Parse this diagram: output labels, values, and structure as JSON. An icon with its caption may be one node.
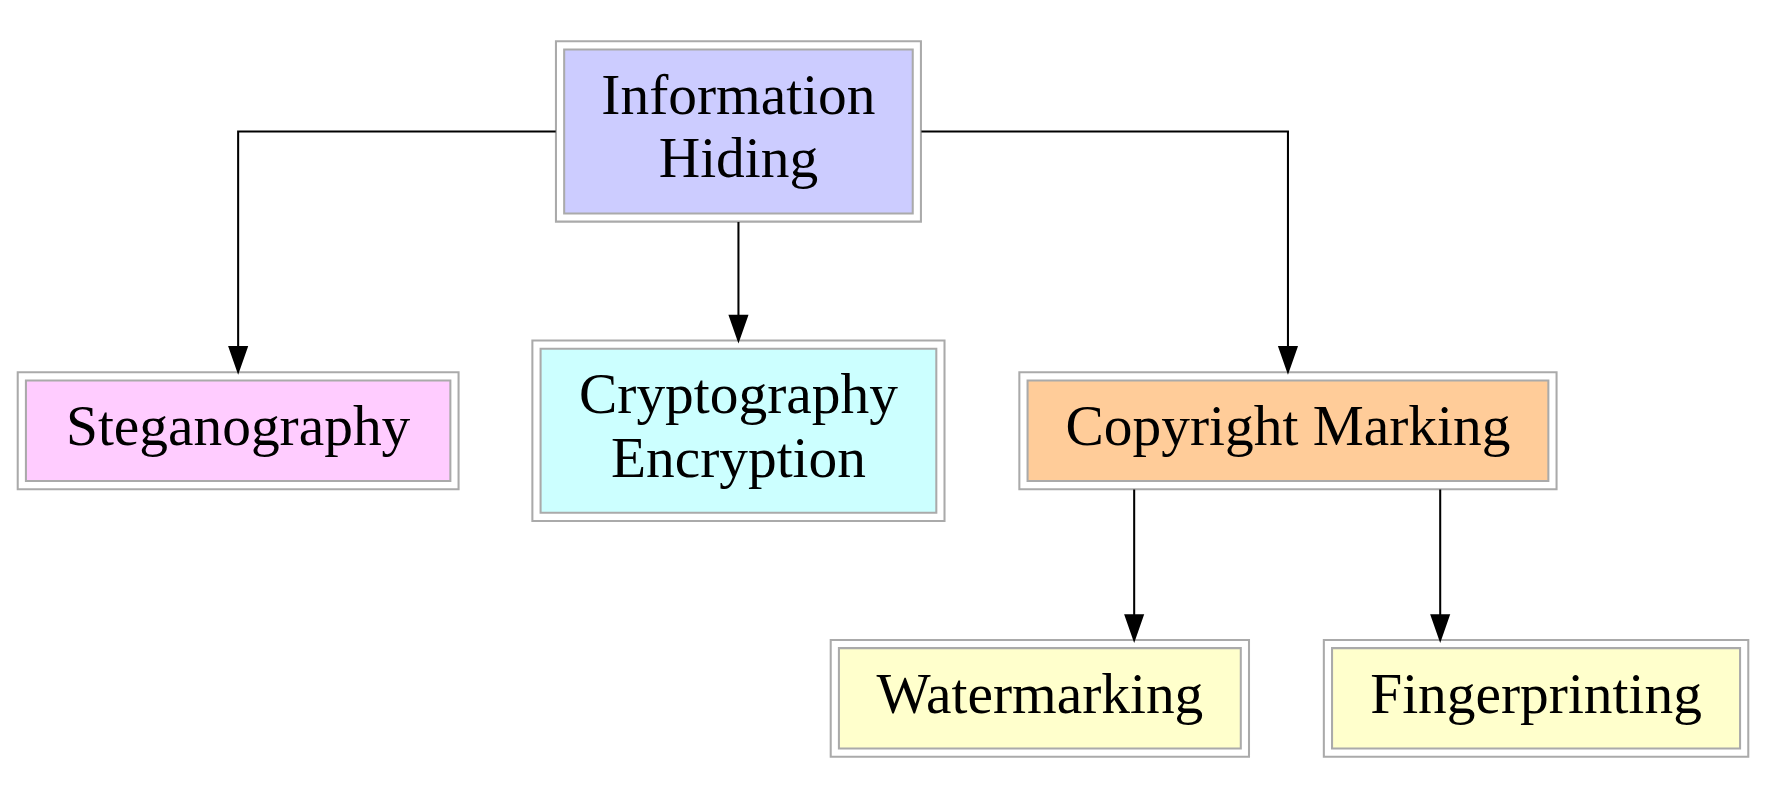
{
  "diagram": {
    "nodes": [
      {
        "text": [
          "Information Hiding"
        ]
      },
      {
        "text": [
          "Steganography"
        ]
      },
      {
        "text": [
          "Cryptography Encryption"
        ]
      },
      {
        "text": [
          "Copyright Marking"
        ]
      },
      {
        "text": [
          "Watermarking"
        ]
      },
      {
        "text": [
          "Fingerprinting"
        ]
      }
    ],
    "edges": [
      {
        "from": 0,
        "to": 1,
        "arrow": "to"
      },
      {
        "from": 0,
        "to": 2,
        "arrow": "to"
      },
      {
        "from": 0,
        "to": 3,
        "arrow": "to"
      },
      {
        "from": 3,
        "to": 4,
        "arrow": "to"
      },
      {
        "from": 3,
        "to": 5,
        "arrow": "to"
      }
    ]
  }
}
